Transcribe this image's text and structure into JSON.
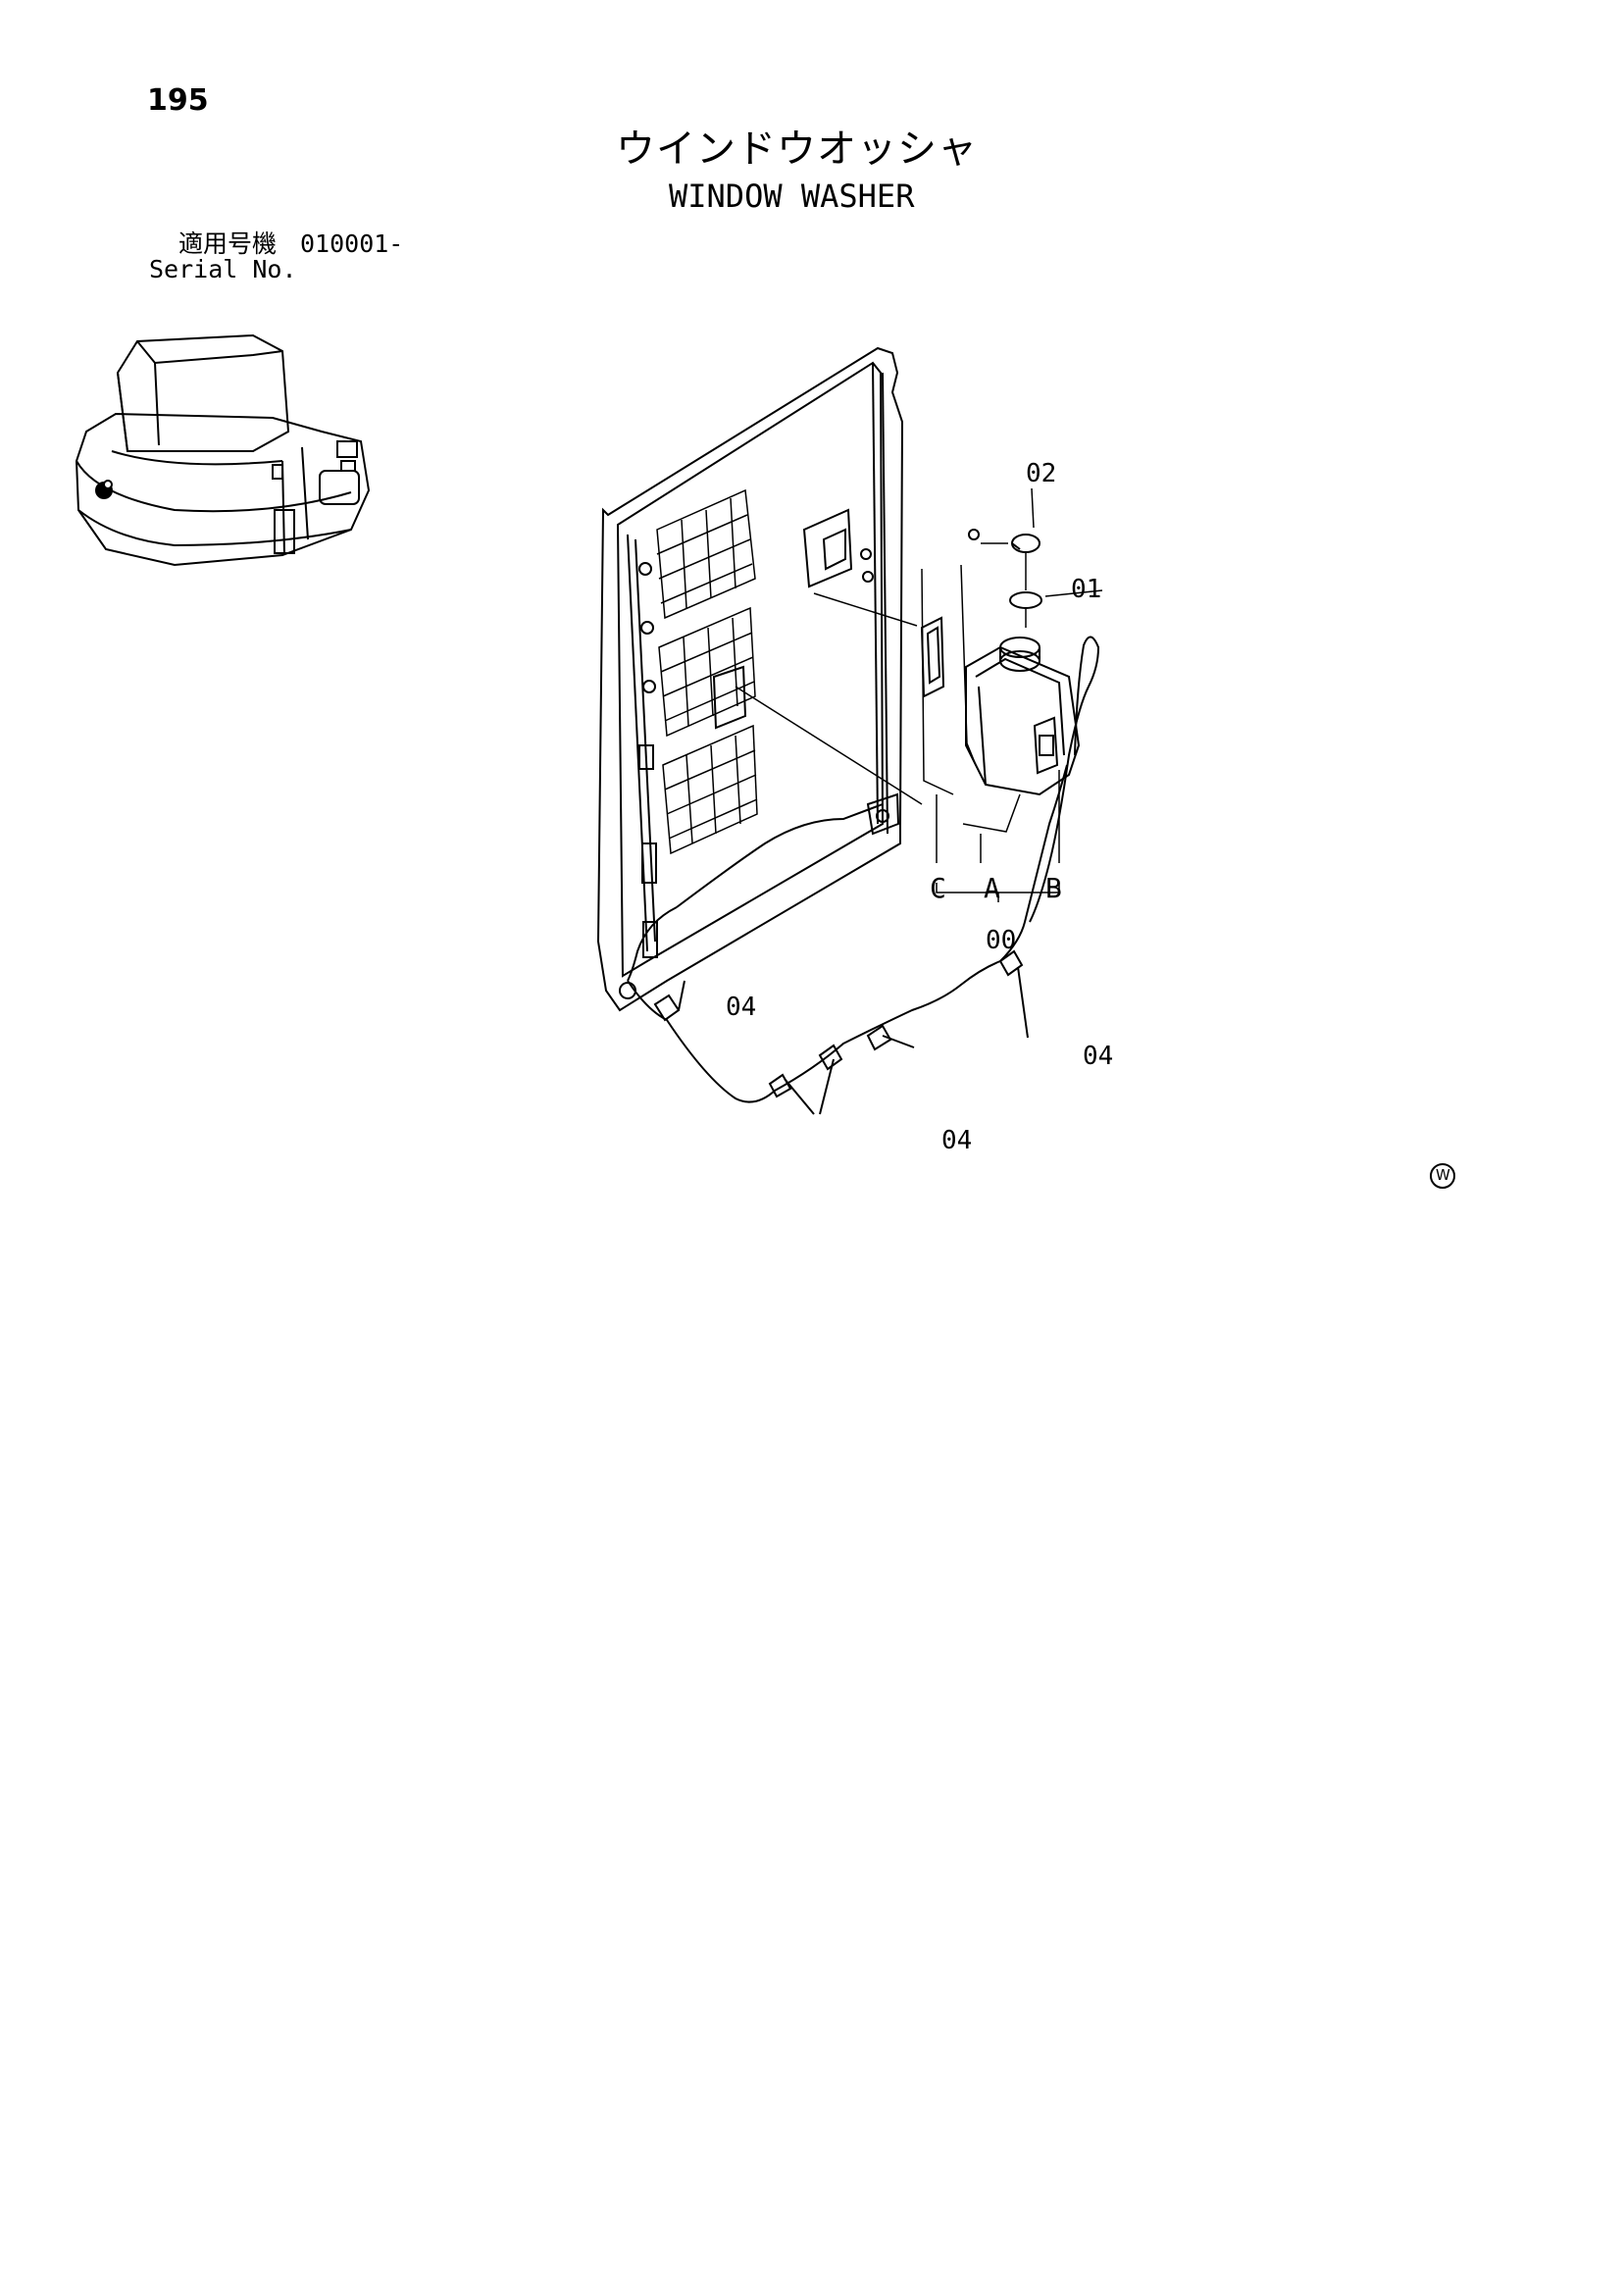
{
  "page_number": "195",
  "title_ja": "ウインドウオッシャ",
  "title_en": "WINDOW WASHER",
  "serial": {
    "label_ja": "適用号機",
    "value": "010001-",
    "label_en": "Serial No."
  },
  "callouts": {
    "c02": "02",
    "c01": "01",
    "cC": "C",
    "cA": "A",
    "cB": "B",
    "c00": "00",
    "c04a": "04",
    "c04b": "04",
    "c04c": "04"
  },
  "icons": {
    "corner_mark": "W"
  }
}
